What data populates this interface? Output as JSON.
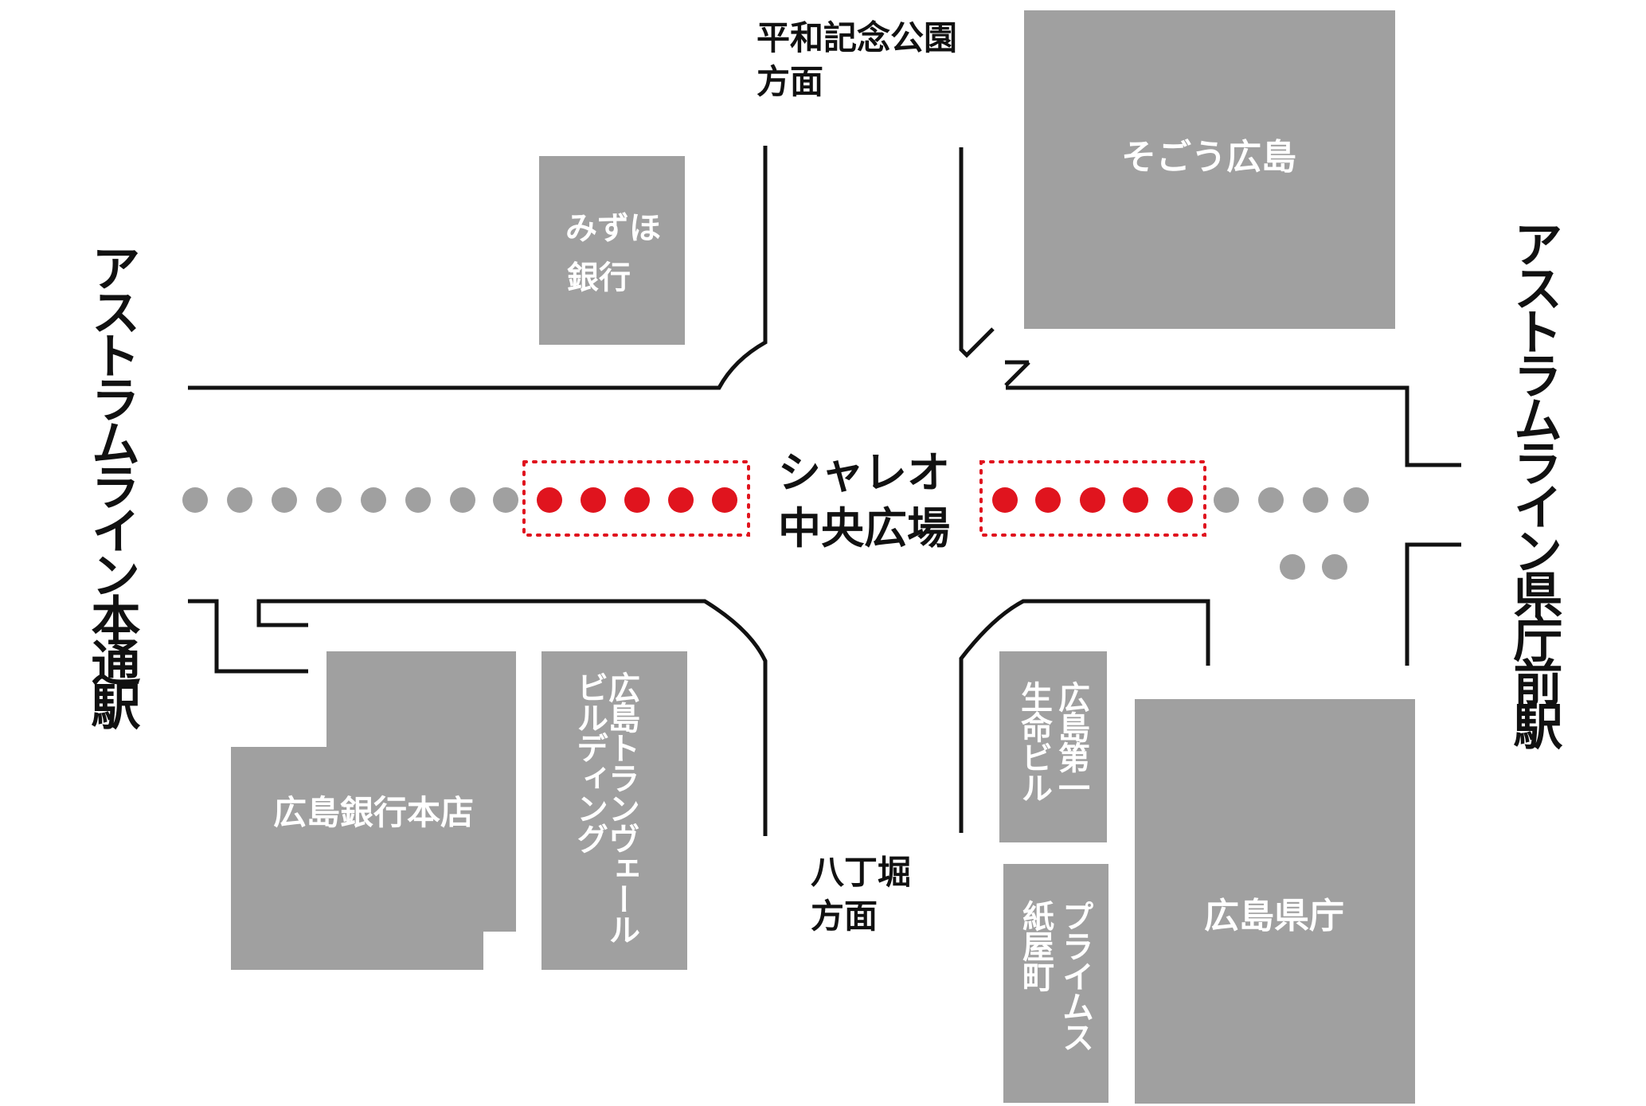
{
  "map": {
    "directions": {
      "north_line1": "平和記念公園",
      "north_line2": "方面",
      "south_line1": "八丁堀",
      "south_line2": "方面"
    },
    "stations": {
      "west": "アストラムライン本通駅",
      "east": "アストラムライン県庁前駅"
    },
    "center_label_line1": "シャレオ",
    "center_label_line2": "中央広場",
    "buildings": {
      "mizuho_line1": "みずほ",
      "mizuho_line2": "銀行",
      "sogo": "そごう広島",
      "hiroshima_bank": "広島銀行本店",
      "transvert_col1": "広島トランヴェール",
      "transvert_col2": "ビルディング",
      "daiichi_col1": "広島第一",
      "daiichi_col2": "生命ビル",
      "prime_col1": "プライムス",
      "prime_col2": "紙屋町",
      "prefectural_office": "広島県庁"
    },
    "colors": {
      "building": "#a0a0a0",
      "road": "#111111",
      "highlight": "#e0141e"
    }
  }
}
